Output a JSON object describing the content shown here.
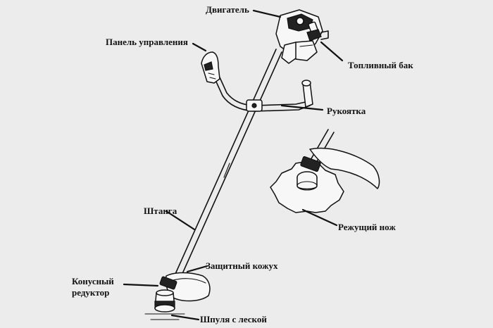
{
  "labels": {
    "engine": "Двигатель",
    "control_panel": "Панель управления",
    "fuel_tank": "Топливный бак",
    "handle": "Рукоятка",
    "shaft": "Штанга",
    "cutting_blade": "Режущий нож",
    "guard": "Защитный кожух",
    "gearbox_line1": "Конусный",
    "gearbox_line2": "редуктор",
    "spool": "Шпуля с леской"
  }
}
